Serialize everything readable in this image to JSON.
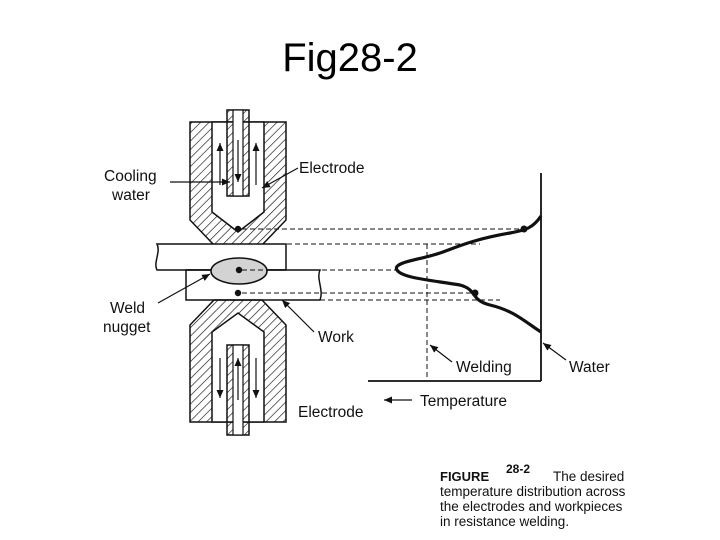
{
  "title": "Fig28-2",
  "labels": {
    "cooling_line1": "Cooling",
    "cooling_line2": "water",
    "electrode_top": "Electrode",
    "weld_line1": "Weld",
    "weld_line2": "nugget",
    "work": "Work",
    "welding": "Welding",
    "water": "Water",
    "electrode_bottom": "Electrode",
    "temperature": "Temperature"
  },
  "caption": {
    "figure_word": "FIGURE",
    "number": "28-2",
    "line1_tail": "The desired",
    "line2": "temperature distribution across",
    "line3": "the electrodes and workpieces",
    "line4": "in resistance welding."
  }
}
